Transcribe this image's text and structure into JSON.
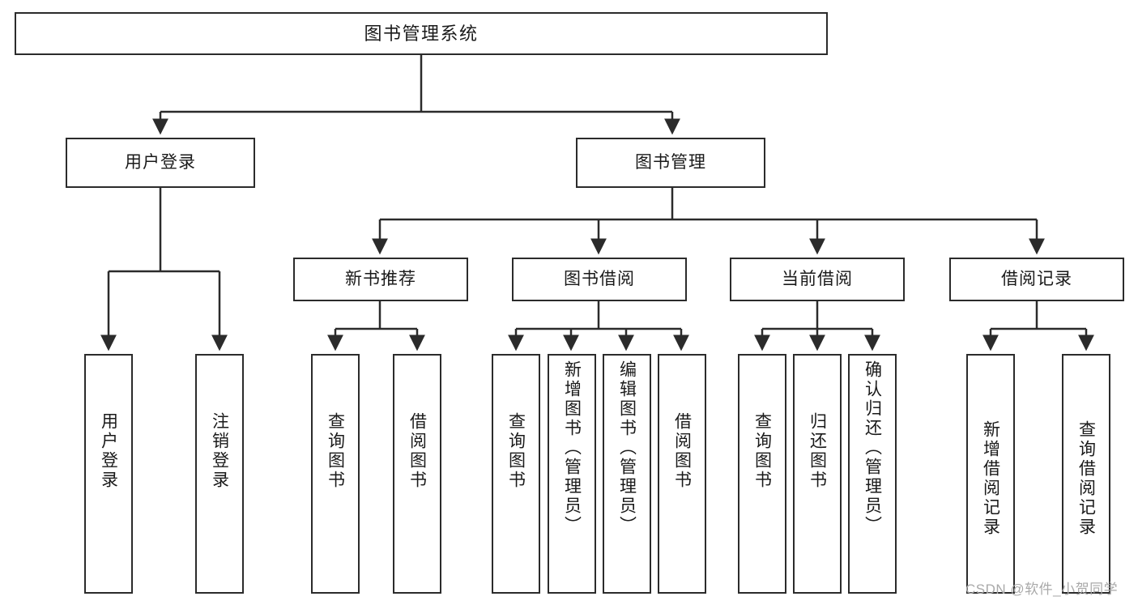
{
  "diagram": {
    "title": "图书管理系统",
    "type": "tree-hierarchy",
    "watermark": "CSDN @软件_小贺同学",
    "colors": {
      "stroke": "#2b2b2b",
      "fill": "#ffffff",
      "text": "#1a1a1a",
      "watermark": "#a9a9a9"
    },
    "levels": {
      "root": "图书管理系统",
      "level2": [
        "用户登录",
        "图书管理"
      ],
      "level3": [
        "新书推荐",
        "图书借阅",
        "当前借阅",
        "借阅记录"
      ]
    },
    "nodes": {
      "root": {
        "label": "图书管理系统"
      },
      "user_login": {
        "label": "用户登录"
      },
      "book_manage": {
        "label": "图书管理"
      },
      "new_book_rec": {
        "label": "新书推荐"
      },
      "book_borrow": {
        "label": "图书借阅"
      },
      "current_borrow": {
        "label": "当前借阅"
      },
      "borrow_record": {
        "label": "借阅记录"
      },
      "leaf_user_login": {
        "label": "用户登录"
      },
      "leaf_logout": {
        "label": "注销登录"
      },
      "leaf_query_book_1": {
        "label": "查询图书"
      },
      "leaf_borrow_book_1": {
        "label": "借阅图书"
      },
      "leaf_query_book_2": {
        "label": "查询图书"
      },
      "leaf_add_book_admin": {
        "label": "新增图书（管理员）"
      },
      "leaf_edit_book_admin": {
        "label": "编辑图书（管理员）"
      },
      "leaf_borrow_book_2": {
        "label": "借阅图书"
      },
      "leaf_query_book_3": {
        "label": "查询图书"
      },
      "leaf_return_book": {
        "label": "归还图书"
      },
      "leaf_confirm_return_admin": {
        "label": "确认归还（管理员）"
      },
      "leaf_add_borrow_record": {
        "label": "新增借阅记录"
      },
      "leaf_query_borrow_record": {
        "label": "查询借阅记录"
      }
    },
    "edges": [
      {
        "from": "root",
        "to": "用户登录"
      },
      {
        "from": "root",
        "to": "图书管理"
      },
      {
        "from": "用户登录",
        "to": "用户登录(叶)"
      },
      {
        "from": "用户登录",
        "to": "注销登录"
      },
      {
        "from": "图书管理",
        "to": "新书推荐"
      },
      {
        "from": "图书管理",
        "to": "图书借阅"
      },
      {
        "from": "图书管理",
        "to": "当前借阅"
      },
      {
        "from": "图书管理",
        "to": "借阅记录"
      },
      {
        "from": "新书推荐",
        "to": "查询图书"
      },
      {
        "from": "新书推荐",
        "to": "借阅图书"
      },
      {
        "from": "图书借阅",
        "to": "查询图书"
      },
      {
        "from": "图书借阅",
        "to": "新增图书（管理员）"
      },
      {
        "from": "图书借阅",
        "to": "编辑图书（管理员）"
      },
      {
        "from": "图书借阅",
        "to": "借阅图书"
      },
      {
        "from": "当前借阅",
        "to": "查询图书"
      },
      {
        "from": "当前借阅",
        "to": "归还图书"
      },
      {
        "from": "当前借阅",
        "to": "确认归还（管理员）"
      },
      {
        "from": "借阅记录",
        "to": "新增借阅记录"
      },
      {
        "from": "借阅记录",
        "to": "查询借阅记录"
      }
    ]
  }
}
